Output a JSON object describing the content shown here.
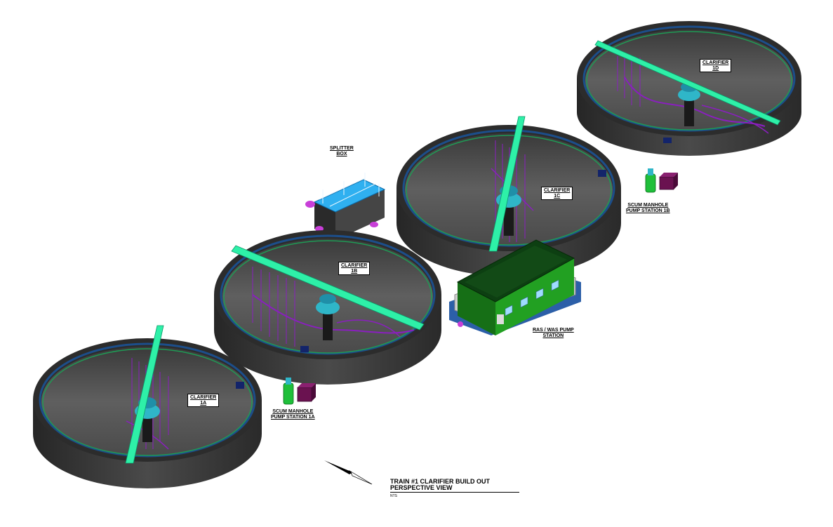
{
  "labels": {
    "clarifier_1a": [
      "CLARIFIER",
      "1A"
    ],
    "clarifier_1b": [
      "CLARIFIER",
      "1B"
    ],
    "clarifier_1c": [
      "CLARIFIER",
      "1C"
    ],
    "clarifier_1d": [
      "CLARIFIER",
      "1D"
    ],
    "splitter_box": [
      "SPLITTER",
      "BOX"
    ],
    "scum_1a": [
      "SCUM MANHOLE",
      "PUMP STATION 1A"
    ],
    "scum_1b": [
      "SCUM MANHOLE",
      "PUMP STATION 1B"
    ],
    "ras_was": [
      "RAS / WAS PUMP",
      "STATION"
    ]
  },
  "title_block": {
    "line1": "TRAIN #1 CLARIFIER BUILD OUT",
    "line2": "PERSPECTIVE VIEW",
    "scale": "NTS"
  },
  "colors": {
    "tank_dark": "#2f2f2f",
    "tank_mid": "#4a4a4a",
    "tank_floor": "#5b5b5b",
    "bridge": "#2ef0a8",
    "rim_blue": "#1c4e8a",
    "rim_green": "#1f9a55",
    "pipe_purple": "#8a1fbf",
    "center_cyan": "#2fb6c8",
    "building_green": "#1d8f1d",
    "building_roof": "#0d3f12",
    "splitter_blue": "#2fb0f0",
    "scum_maroon": "#6a1250"
  }
}
